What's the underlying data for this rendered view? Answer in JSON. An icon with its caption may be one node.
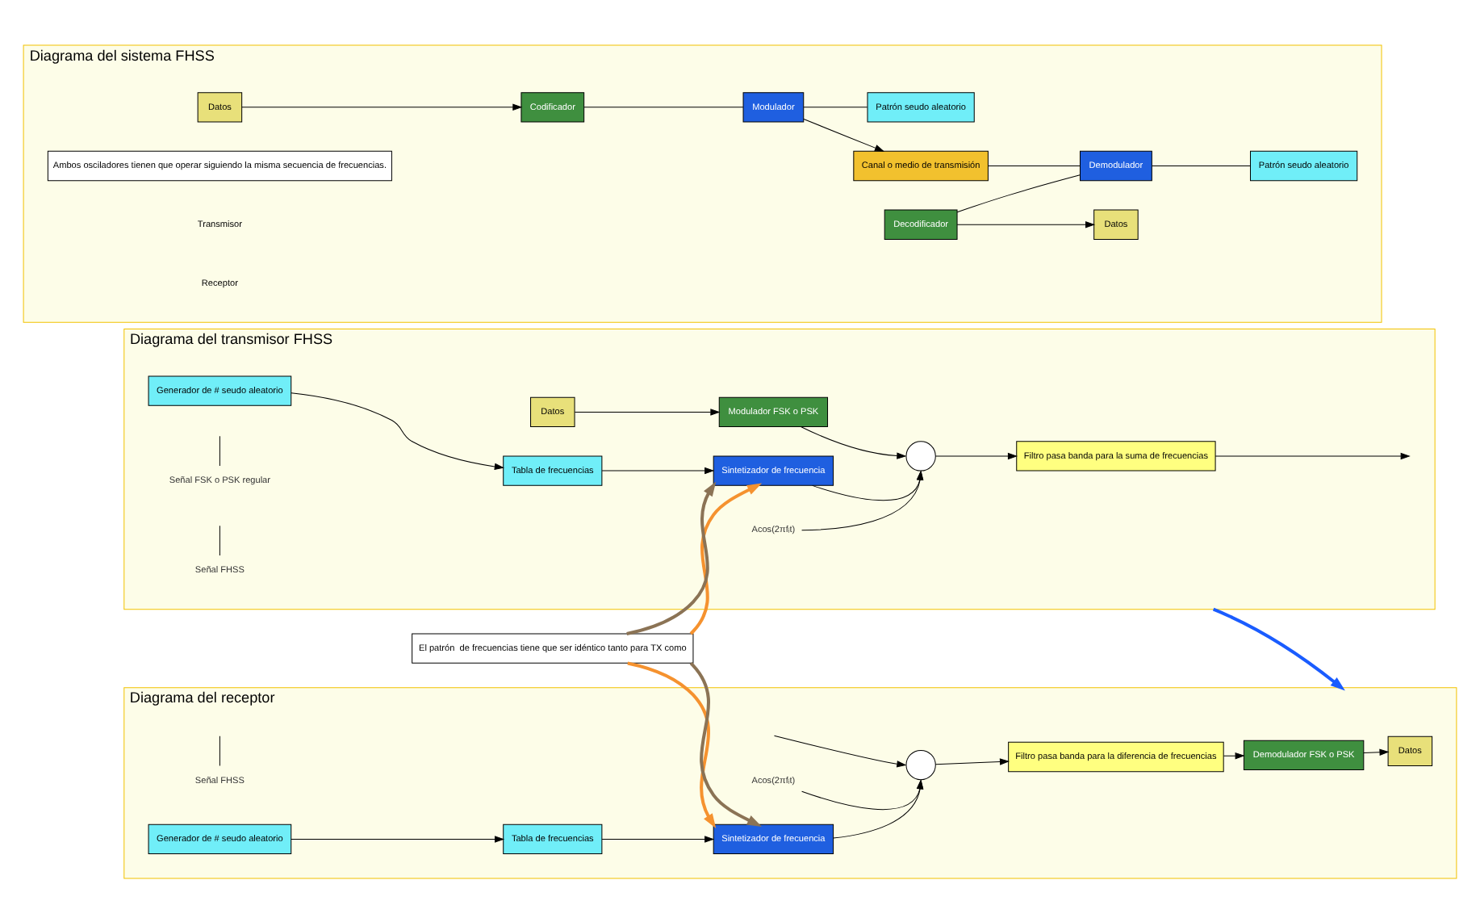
{
  "diagram": {
    "nodes": [
      {
        "text": [
          "Diagrama del transmisor FHSS"
        ]
      },
      {
        "text": [
          "Datos"
        ],
        "in": 0
      },
      {
        "text": [
          "Modulador FSK o PSK"
        ],
        "in": 0
      },
      {
        "text": [],
        "shape": "circle",
        "in": 0
      },
      {
        "text": [
          "Filtro pasa banda para la suma de frecuencias"
        ],
        "in": 0
      },
      {
        "text": [
          "Sintetizador de frecuencia"
        ],
        "in": 0
      },
      {
        "text": [
          "Generador de # seudo aleatorio"
        ],
        "in": 0
      },
      {
        "text": [
          "Tabla de frecuencias"
        ],
        "in": 0
      },
      {
        "text": [
          "Señal FSK o PSK regular"
        ],
        "in": 0
      },
      {
        "text": [
          "Señal FHSS"
        ],
        "in": 0
      },
      {
        "text": [
          "Acos(2πfᵢt)"
        ],
        "in": 0
      },
      {
        "text": [
          "Diagrama del sistema FHSS"
        ]
      },
      {
        "text": [
          "Datos"
        ],
        "in": 11
      },
      {
        "text": [
          "Codificador"
        ],
        "in": 11
      },
      {
        "text": [
          "Modulador"
        ],
        "in": 11
      },
      {
        "text": [
          "Patrón seudo aleatorio"
        ],
        "in": 11
      },
      {
        "text": [
          "Canal o medio de transmisión"
        ],
        "in": 11
      },
      {
        "text": [
          "Decodificador"
        ],
        "in": 11
      },
      {
        "text": [
          "Demodulador"
        ],
        "in": 11
      },
      {
        "text": [
          "Patrón seudo aleatorio"
        ],
        "in": 11
      },
      {
        "text": [
          "Datos"
        ],
        "in": 11
      },
      {
        "text": [
          "Ambos osciladores tienen que operar siguiendo la misma secuencia de frecuencias."
        ],
        "in": 11
      },
      {
        "text": [
          "Diagrama del receptor"
        ]
      },
      {
        "text": [
          "Señal FHSS"
        ],
        "in": 22
      },
      {
        "text": [],
        "shape": "circle",
        "in": 22
      },
      {
        "text": [
          "Filtro pasa banda para la diferencia de frecuencias"
        ],
        "in": 22
      },
      {
        "text": [
          "Demodulador FSK o PSK"
        ],
        "in": 22
      },
      {
        "text": [
          "Datos"
        ],
        "in": 22
      },
      {
        "text": [
          "Acos(2πfᵢt)"
        ],
        "in": 22
      },
      {
        "text": [
          "Sintetizador de frecuencia"
        ],
        "in": 22
      },
      {
        "text": [
          "Tabla de frecuencias"
        ],
        "in": 22
      },
      {
        "text": [
          "Generador de # seudo aleatorio"
        ],
        "in": 22
      },
      {
        "text": [
          "El patrón  de frecuencias tiene que ser idéntico tanto para TX como"
        ]
      }
    ],
    "edges": [
      {
        "from": 1,
        "to": 2,
        "arrow": "to"
      },
      {
        "from": 2,
        "to": 3,
        "arrow": "to"
      },
      {
        "from": 3,
        "to": 4,
        "arrow": "to"
      },
      {
        "from": 4,
        "to": null,
        "arrow": "to"
      },
      {
        "from": 10,
        "to": 3,
        "arrow": "to"
      },
      {
        "from": 5,
        "to": 3,
        "arrow": "to"
      },
      {
        "from": 7,
        "to": 5,
        "arrow": "to"
      },
      {
        "from": 6,
        "to": 7,
        "arrow": "to"
      },
      {
        "from": 8,
        "to": null,
        "arrow": "none"
      },
      {
        "from": 9,
        "to": null,
        "arrow": "none"
      },
      {
        "from": 12,
        "to": 13,
        "arrow": "to"
      },
      {
        "from": 13,
        "to": 14,
        "arrow": "none"
      },
      {
        "from": 14,
        "to": 15,
        "arrow": "none"
      },
      {
        "from": 14,
        "to": 16,
        "arrow": "to"
      },
      {
        "from": 16,
        "to": 18,
        "arrow": "none"
      },
      {
        "from": 17,
        "to": 18,
        "arrow": "none"
      },
      {
        "from": 18,
        "to": 19,
        "arrow": "none"
      },
      {
        "from": 17,
        "to": 20,
        "arrow": "to"
      },
      {
        "from": null,
        "to": 24,
        "arrow": "to"
      },
      {
        "from": 23,
        "to": null,
        "arrow": "none"
      },
      {
        "from": 24,
        "to": 25,
        "arrow": "to"
      },
      {
        "from": 25,
        "to": 26,
        "arrow": "to"
      },
      {
        "from": 26,
        "to": 27,
        "arrow": "to"
      },
      {
        "from": 28,
        "to": 24,
        "arrow": "to"
      },
      {
        "from": 29,
        "to": 24,
        "arrow": "to"
      },
      {
        "from": 30,
        "to": 29,
        "arrow": "to"
      },
      {
        "from": 31,
        "to": 30,
        "arrow": "to"
      },
      {
        "from": 0,
        "to": 22,
        "arrow": "to",
        "style": "thick",
        "color": "#1a5cff"
      },
      {
        "from": 32,
        "to": 5,
        "arrow": "to",
        "style": "thick",
        "color": "#f5922f"
      },
      {
        "from": 32,
        "to": 5,
        "arrow": "to",
        "style": "thick",
        "color": "#8b7355"
      },
      {
        "from": 32,
        "to": 29,
        "arrow": "to",
        "style": "thick",
        "color": "#f5922f"
      },
      {
        "from": 32,
        "to": 29,
        "arrow": "to",
        "style": "thick",
        "color": "#8b7355"
      }
    ],
    "labels": [
      "Transmisor",
      "Receptor"
    ]
  }
}
